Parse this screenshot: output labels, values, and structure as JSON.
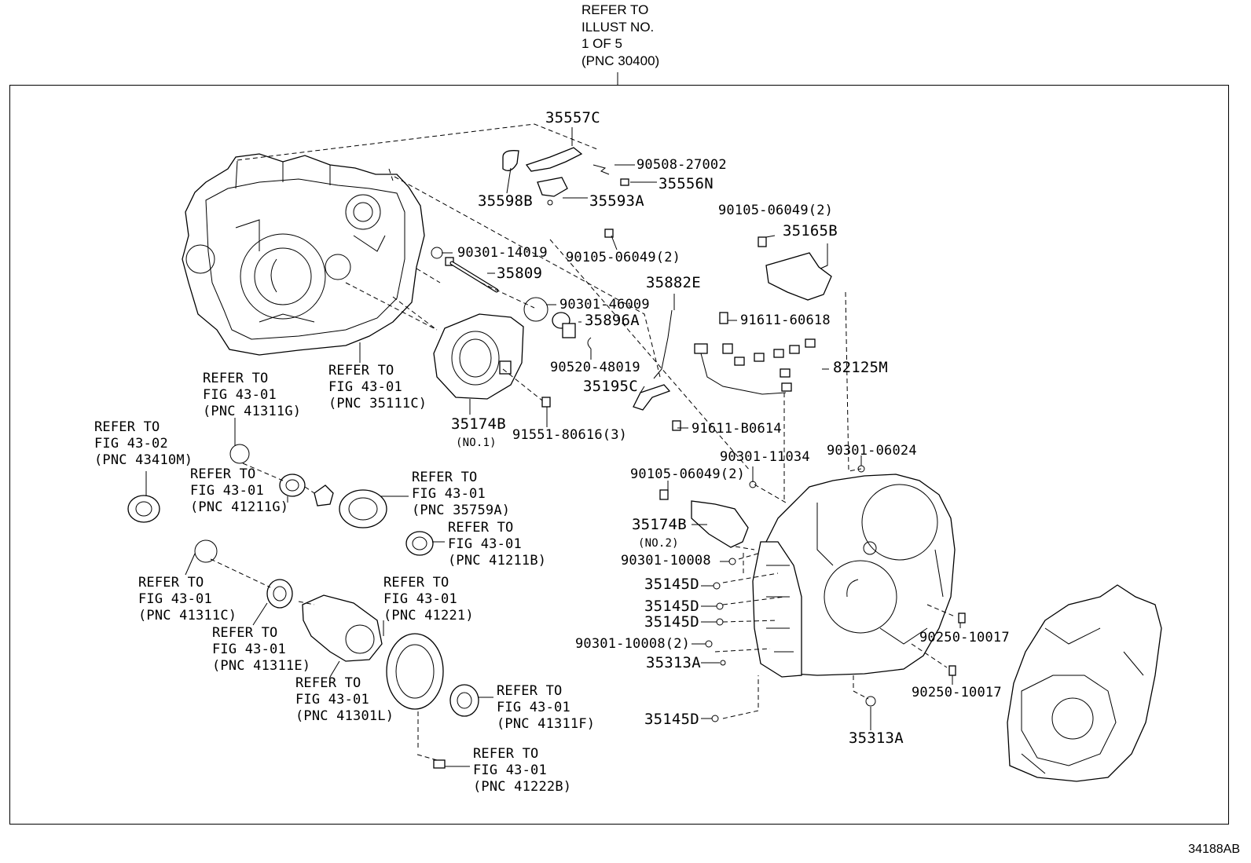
{
  "header": {
    "line1": "REFER TO",
    "line2": "ILLUST NO.",
    "line3": "1 OF 5",
    "line4": "(PNC 30400)"
  },
  "footer": {
    "diagram_id": "34188AB"
  },
  "parts": {
    "p35557C": "35557C",
    "p90508_27002": "90508-27002",
    "p35598B": "35598B",
    "p35556N": "35556N",
    "p35593A": "35593A",
    "p90105_a": "90105-06049(2)",
    "p90105_b": "90105-06049(2)",
    "p90105_c": "90105-06049(2)",
    "p35165B": "35165B",
    "p90301_14019": "90301-14019",
    "p35809": "35809",
    "p35882E": "35882E",
    "p90301_46009": "90301-46009",
    "p35896A": "35896A",
    "p91611_60618": "91611-60618",
    "p90520_48019": "90520-48019",
    "p82125M": "82125M",
    "p35195C": "35195C",
    "p35174B_1": "35174B",
    "p35174B_1_note": "(NO.1)",
    "p91551": "91551-80616(3)",
    "p91611_B0614": "91611-B0614",
    "p90301_11034": "90301-11034",
    "p90301_06024": "90301-06024",
    "p35174B_2": "35174B",
    "p35174B_2_note": "(NO.2)",
    "p90301_10008": "90301-10008",
    "p35145D_1": "35145D",
    "p35145D_2": "35145D",
    "p35145D_3": "35145D",
    "p90301_10008_2": "90301-10008(2)",
    "p35313A_1": "35313A",
    "p35145D_4": "35145D",
    "p35313A_2": "35313A",
    "p90250_a": "90250-10017",
    "p90250_b": "90250-10017"
  },
  "refs": {
    "r35111C": [
      "REFER TO",
      "FIG 43-01",
      "(PNC 35111C)"
    ],
    "r41311G": [
      "REFER TO",
      "FIG 43-01",
      "(PNC 41311G)"
    ],
    "r43410M": [
      "REFER TO",
      "FIG 43-02",
      "(PNC 43410M)"
    ],
    "r41211G": [
      "REFER TO",
      "FIG 43-01",
      "(PNC 41211G)"
    ],
    "r35759A": [
      "REFER TO",
      "FIG 43-01",
      "(PNC 35759A)"
    ],
    "r41211B": [
      "REFER TO",
      "FIG 43-01",
      "(PNC 41211B)"
    ],
    "r41311C": [
      "REFER TO",
      "FIG 43-01",
      "(PNC 41311C)"
    ],
    "r41221": [
      "REFER TO",
      "FIG 43-01",
      "(PNC 41221)"
    ],
    "r41311E": [
      "REFER TO",
      "FIG 43-01",
      "(PNC 41311E)"
    ],
    "r41301L": [
      "REFER TO",
      "FIG 43-01",
      "(PNC 41301L)"
    ],
    "r41311F": [
      "REFER TO",
      "FIG 43-01",
      "(PNC 41311F)"
    ],
    "r41222B": [
      "REFER TO",
      "FIG 43-01",
      "(PNC 41222B)"
    ]
  }
}
